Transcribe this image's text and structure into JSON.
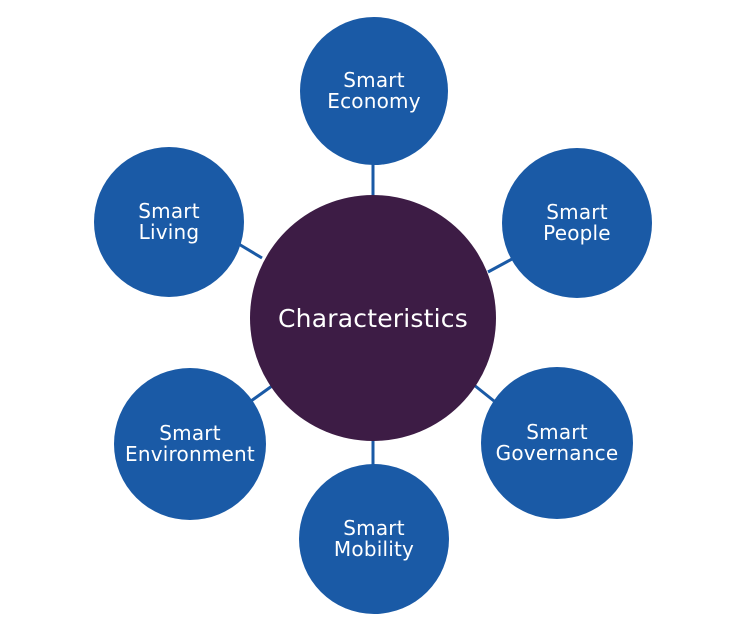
{
  "diagram": {
    "center": {
      "label": "Characteristics",
      "color": "#3d1c45"
    },
    "node_color": "#1a5aa6",
    "nodes": [
      {
        "line1": "Smart",
        "line2": "Economy"
      },
      {
        "line1": "Smart",
        "line2": "People"
      },
      {
        "line1": "Smart",
        "line2": "Governance"
      },
      {
        "line1": "Smart",
        "line2": "Mobility"
      },
      {
        "line1": "Smart",
        "line2": "Environment"
      },
      {
        "line1": "Smart",
        "line2": "Living"
      }
    ]
  }
}
